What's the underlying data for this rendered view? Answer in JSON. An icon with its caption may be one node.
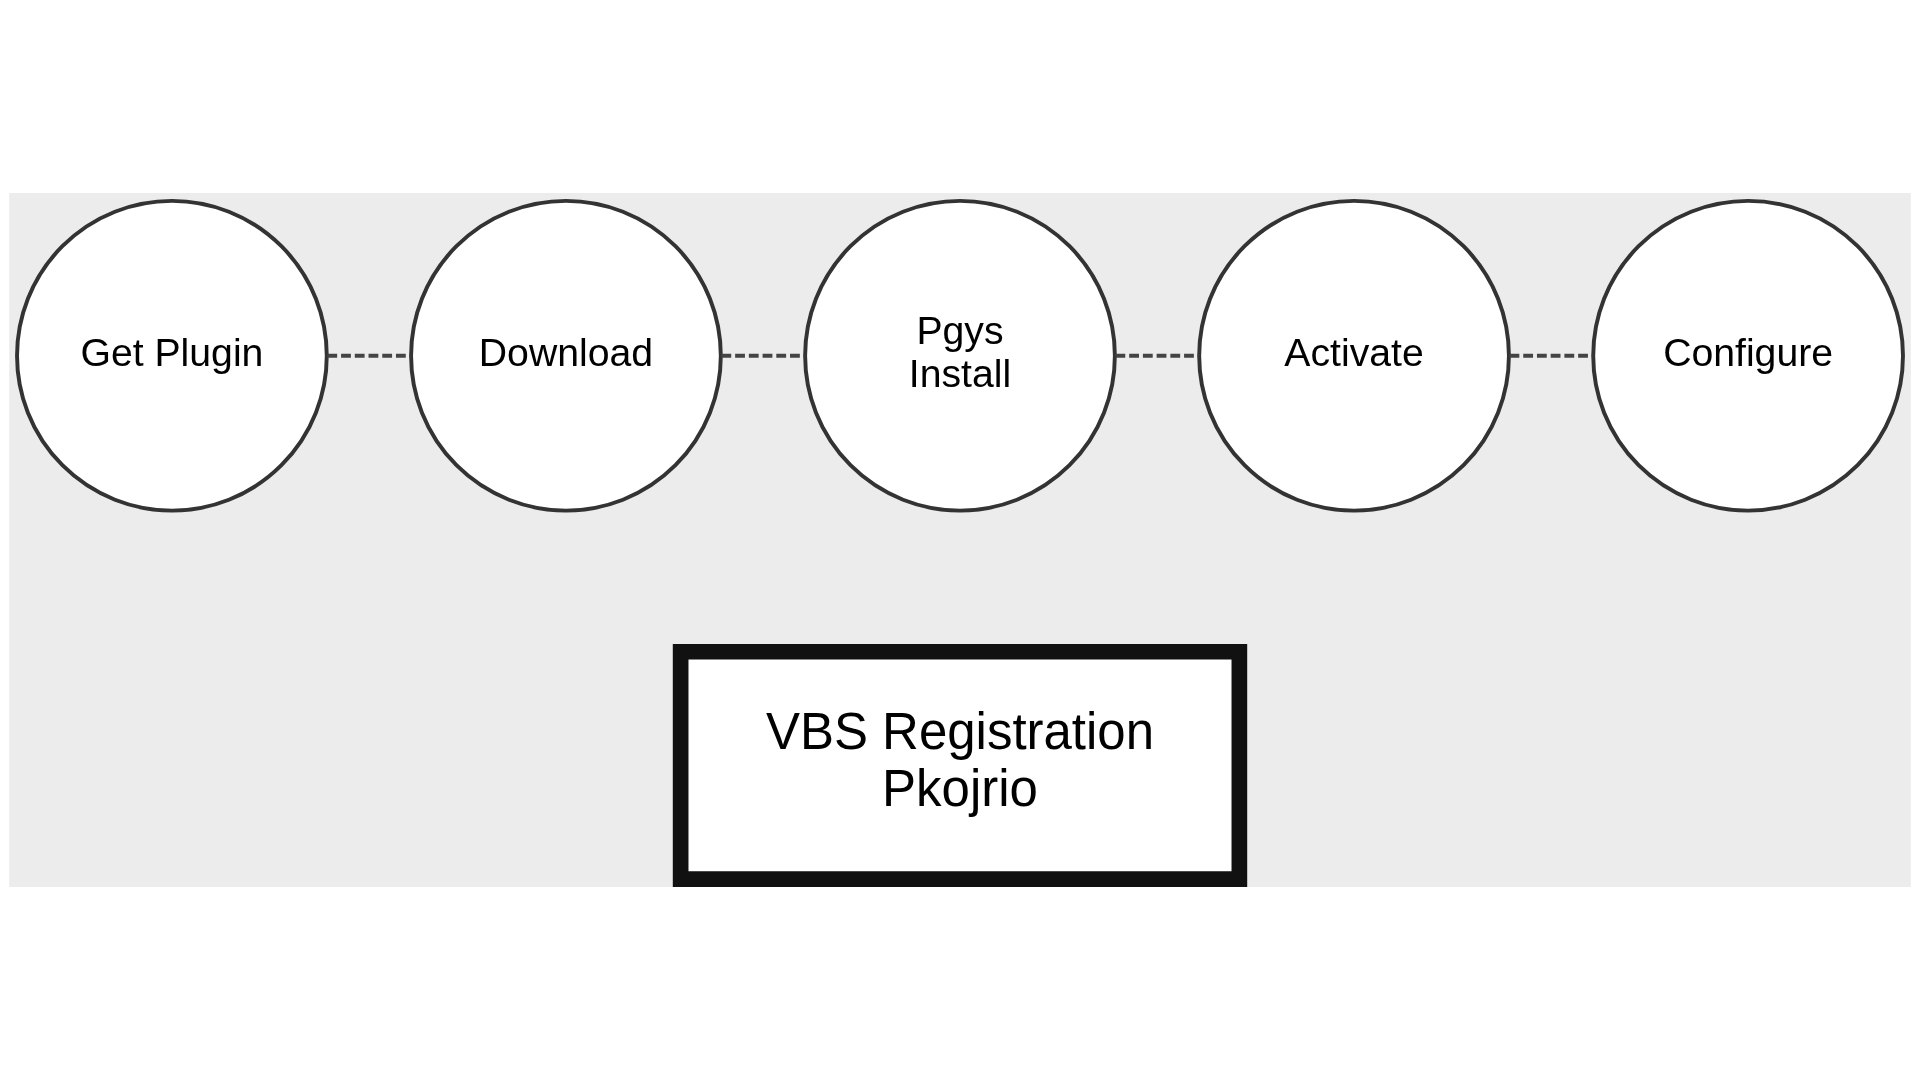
{
  "diagram": {
    "nodes": [
      {
        "text": [
          "Get Plugin"
        ]
      },
      {
        "text": [
          "Download"
        ]
      },
      {
        "text": [
          "Pgys",
          "Install"
        ]
      },
      {
        "text": [
          "Activate"
        ]
      },
      {
        "text": [
          "Configure"
        ]
      },
      {
        "text": [
          "VBS Registration",
          "Pkojrio"
        ]
      }
    ],
    "edges": [
      {
        "from": 0,
        "to": 1,
        "arrow": "none",
        "style": "dashed"
      },
      {
        "from": 1,
        "to": 2,
        "arrow": "none",
        "style": "dashed"
      },
      {
        "from": 2,
        "to": 3,
        "arrow": "none",
        "style": "dashed"
      },
      {
        "from": 3,
        "to": 4,
        "arrow": "none",
        "style": "dashed"
      }
    ]
  }
}
